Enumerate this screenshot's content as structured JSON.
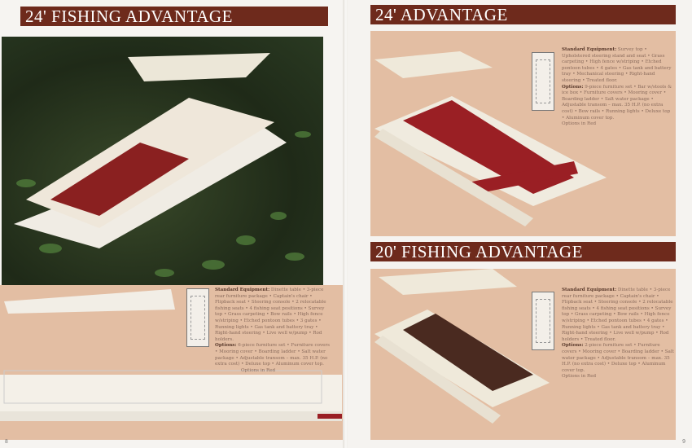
{
  "left_page": {
    "header": "24' FISHING ADVANTAGE",
    "page_number": "8",
    "specs": {
      "standard_label": "Standard Equipment:",
      "standard_text": "Dinette table • 3-piece rear furniture package • Captain's chair • Flipback seat • Steering console • 2 relocatable fishing seats • 4 fishing seat positions • Survey top • Grass carpeting • Bow rails • High fence w/striping • Etched pontoon tubes • 3 gates • Running lights • Gas tank and battery tray • Right-hand steering • Live well w/pump • Rod holders.",
      "options_label": "Options:",
      "options_text": "6-piece furniture set • Furniture covers • Mooring cover • Boarding ladder • Salt water package • Adjustable transom – max. 35 H.P. (no extra cost) • Deluxe top • Aluminum cover top.",
      "options_red": "Options in Red"
    }
  },
  "right_page": {
    "page_number": "9",
    "section1": {
      "header": "24' ADVANTAGE",
      "standard_label": "Standard Equipment:",
      "standard_text": "Survey top • Upholstered steering stand and seat • Grass carpeting • High fence w/striping • Etched pontoon tubes • 4 gates • Gas tank and battery tray • Mechanical steering • Right-hand steering • Treated floor.",
      "options_label": "Options:",
      "options_text": "9-piece furniture set • Bar w/stools & ice box • Furniture covers • Mooring cover • Boarding ladder • Salt water package • Adjustable transom – max. 35 H.P. (no extra cost) • Bow rails • Running lights • Deluxe top • Aluminum cover top.",
      "options_red": "Options in Red"
    },
    "section2": {
      "header": "20' FISHING ADVANTAGE",
      "standard_label": "Standard Equipment:",
      "standard_text": "Dinette table • 3-piece rear furniture package • Captain's chair • Flipback seat • Steering console • 2 relocatable fishing seats • 4 fishing seat positions • Survey top • Grass carpeting • Bow rails • High fence w/striping • Etched pontoon tubes • 4 gates • Running lights • Gas tank and battery tray • Right-hand steering • Live well w/pump • Rod holders • Treated floor.",
      "options_label": "Options:",
      "options_text": "2-piece furniture set • Furniture covers • Mooring cover • Boarding ladder • Salt water package • Adjustable transom – max. 35 H.P. (no extra cost) • Deluxe top • Aluminum cover top.",
      "options_red": "Options in Red"
    }
  },
  "colors": {
    "header": "#6e2a1c",
    "panel": "#e3bea3",
    "carpet": "#9a1f24"
  }
}
